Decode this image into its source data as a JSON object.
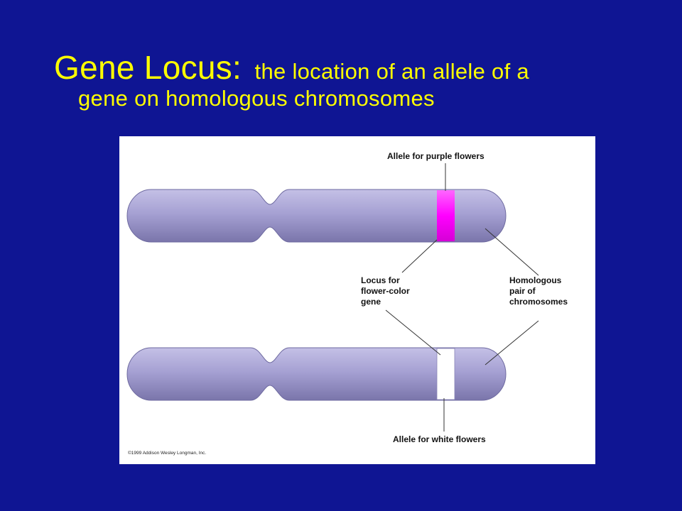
{
  "slide": {
    "title_term": "Gene Locus:",
    "title_definition_line1": "the location of an allele of a",
    "title_definition_line2": "gene on homologous chromosomes"
  },
  "figure": {
    "labels": {
      "purple_allele": "Allele for purple flowers",
      "locus": "Locus for\nflower-color\ngene",
      "homologous_pair": "Homologous\npair of\nchromosomes",
      "white_allele": "Allele for white flowers"
    },
    "copyright": "©1999 Addison Wesley Longman, Inc.",
    "colors": {
      "chromosome": "#9a95c9",
      "chromosome_highlight": "#c4c0e6",
      "chromosome_shadow": "#7a75ab",
      "purple_band": "#ff00ff",
      "white_band": "#ffffff",
      "background": "#0f1593",
      "title": "#ffff00"
    }
  }
}
